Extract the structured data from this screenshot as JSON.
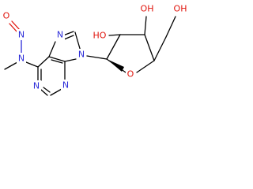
{
  "atoms": {
    "nitroso_o": "O",
    "nitroso_n": "N",
    "amine_n": "N",
    "n7": "N",
    "n9": "N",
    "n1": "N",
    "n3": "N",
    "ring_o": "O",
    "oh_2": "HO",
    "oh_3": "OH",
    "oh_5": "OH"
  },
  "colors": {
    "carbon": "#000000",
    "nitrogen": "#2b2bd8",
    "oxygen": "#e0140c",
    "background": "#ffffff"
  }
}
